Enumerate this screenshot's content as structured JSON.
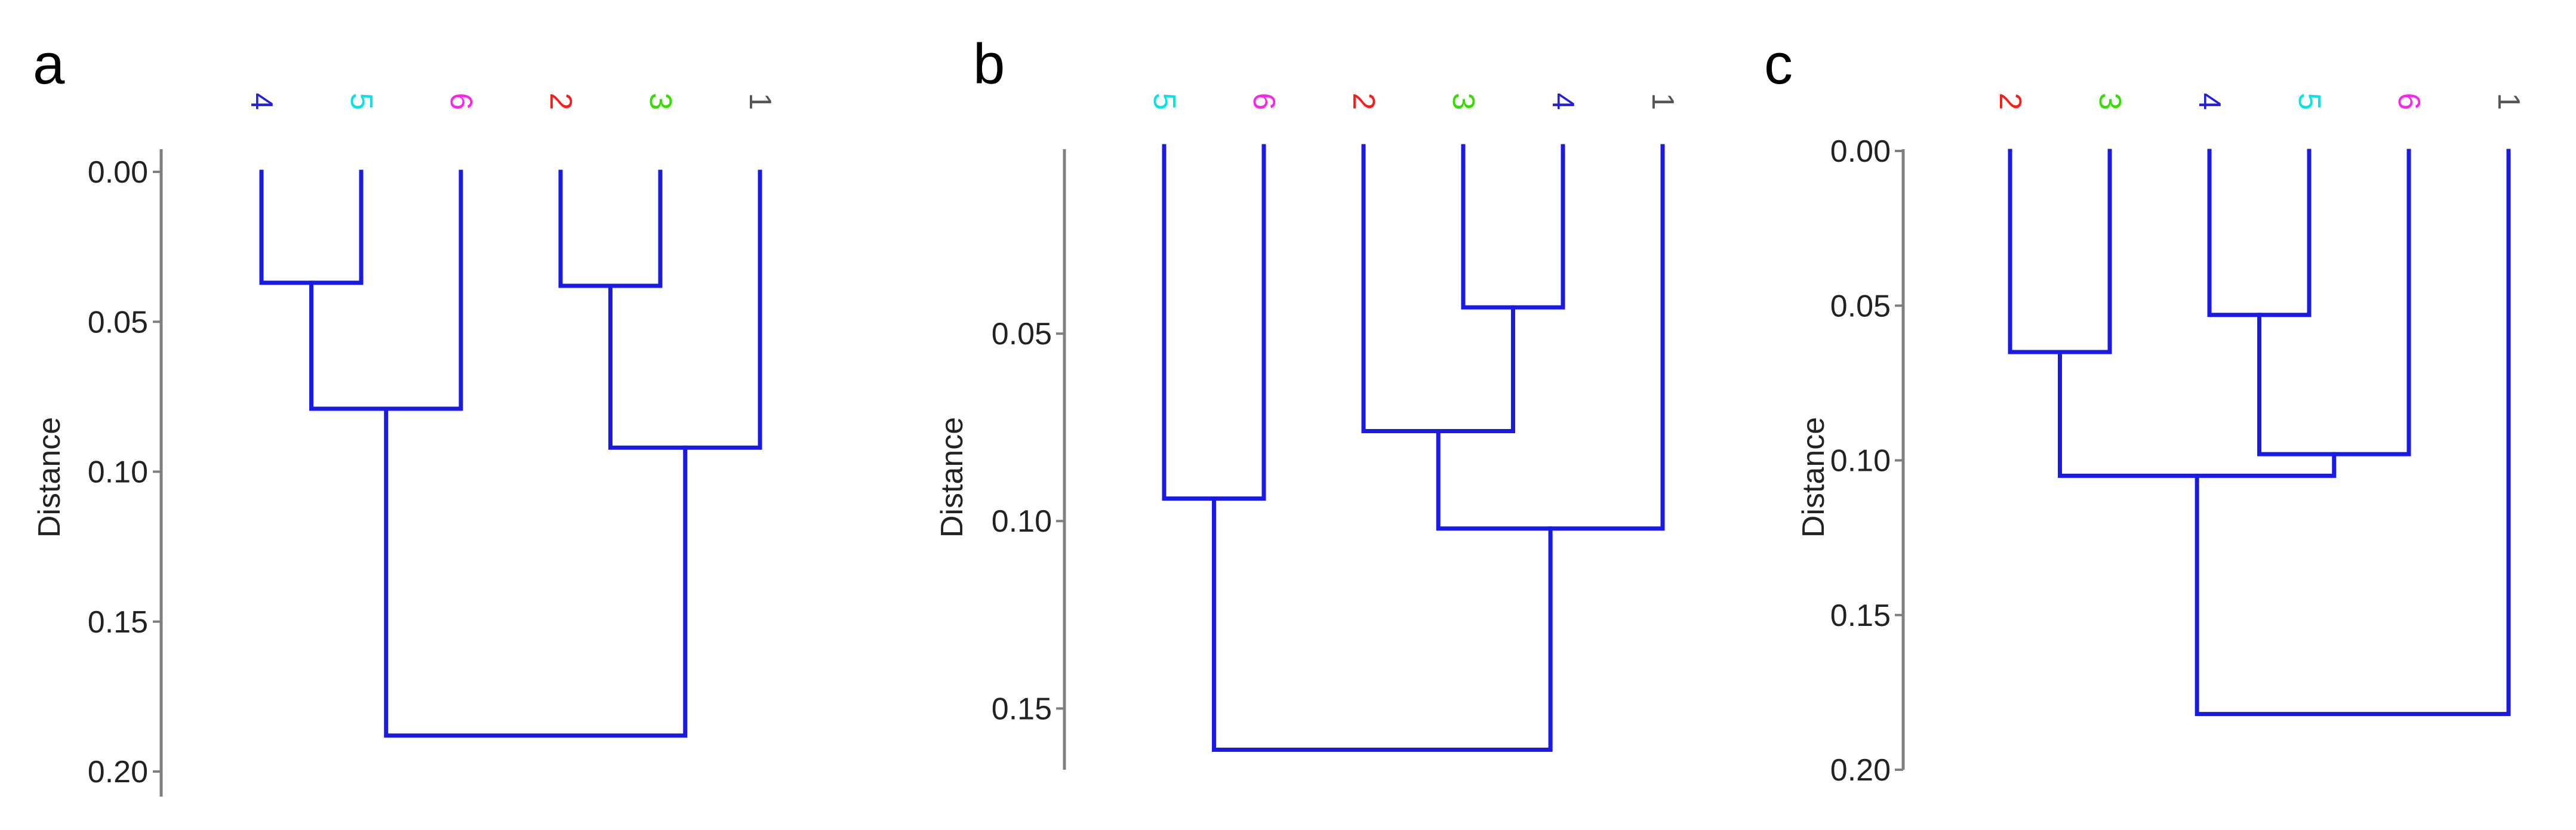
{
  "palette": {
    "branch": "#1a1ae6",
    "axis": "#7f7f7f",
    "leaf_colors": {
      "1": "#555555",
      "2": "#ff1a1a",
      "3": "#33dd00",
      "4": "#2020dd",
      "5": "#00e5e5",
      "6": "#ff22ee"
    }
  },
  "chart_data": [
    {
      "type": "dendrogram",
      "panel_label": "a",
      "ylabel": "Distance",
      "ylim": [
        0,
        0.2
      ],
      "yticks": [
        0.0,
        0.05,
        0.1,
        0.15,
        0.2
      ],
      "ytick_labels": [
        "0.00",
        "0.05",
        "0.10",
        "0.15",
        "0.20"
      ],
      "leaf_order": [
        "4",
        "5",
        "6",
        "2",
        "3",
        "1"
      ],
      "merges": [
        {
          "id": "m1",
          "left": "4",
          "right": "5",
          "height": 0.037
        },
        {
          "id": "m2",
          "left": "m1",
          "right": "6",
          "height": 0.079
        },
        {
          "id": "m3",
          "left": "2",
          "right": "3",
          "height": 0.038
        },
        {
          "id": "m4",
          "left": "m3",
          "right": "1",
          "height": 0.092
        },
        {
          "id": "m5",
          "left": "m2",
          "right": "m4",
          "height": 0.188
        }
      ]
    },
    {
      "type": "dendrogram",
      "panel_label": "b",
      "ylabel": "Distance",
      "ylim": [
        0,
        0.17
      ],
      "yticks": [
        0.05,
        0.1,
        0.15
      ],
      "ytick_labels": [
        "0.05",
        "0.10",
        "0.15"
      ],
      "leaf_order": [
        "5",
        "6",
        "2",
        "3",
        "4",
        "1"
      ],
      "merges": [
        {
          "id": "m1",
          "left": "3",
          "right": "4",
          "height": 0.043
        },
        {
          "id": "m2",
          "left": "2",
          "right": "m1",
          "height": 0.076
        },
        {
          "id": "m3",
          "left": "m2",
          "right": "1",
          "height": 0.102
        },
        {
          "id": "m4",
          "left": "5",
          "right": "6",
          "height": 0.094
        },
        {
          "id": "m5",
          "left": "m4",
          "right": "m3",
          "height": 0.161
        }
      ]
    },
    {
      "type": "dendrogram",
      "panel_label": "c",
      "ylabel": "Distance",
      "ylim": [
        0,
        0.2
      ],
      "yticks": [
        0.0,
        0.05,
        0.1,
        0.15,
        0.2
      ],
      "ytick_labels": [
        "0.00",
        "0.05",
        "0.10",
        "0.15",
        "0.20"
      ],
      "leaf_order": [
        "2",
        "3",
        "4",
        "5",
        "6",
        "1"
      ],
      "merges": [
        {
          "id": "m1",
          "left": "2",
          "right": "3",
          "height": 0.065
        },
        {
          "id": "m2",
          "left": "4",
          "right": "5",
          "height": 0.053
        },
        {
          "id": "m3",
          "left": "m2",
          "right": "6",
          "height": 0.098
        },
        {
          "id": "m4",
          "left": "m1",
          "right": "m3",
          "height": 0.105
        },
        {
          "id": "m5",
          "left": "m4",
          "right": "1",
          "height": 0.182
        }
      ]
    }
  ]
}
